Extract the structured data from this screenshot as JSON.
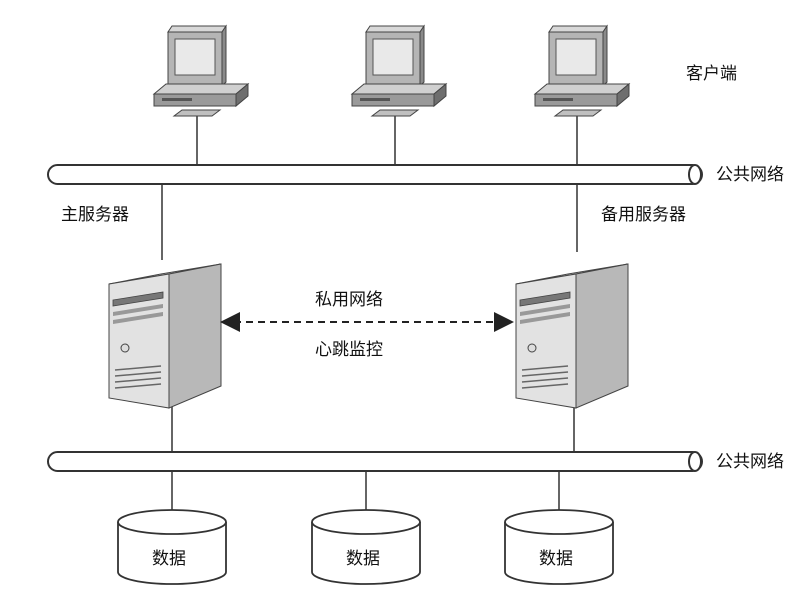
{
  "labels": {
    "clients": "客户端",
    "public_network_top": "公共网络",
    "public_network_bottom": "公共网络",
    "primary_server": "主服务器",
    "backup_server": "备用服务器",
    "private_network": "私用网络",
    "heartbeat": "心跳监控"
  },
  "storage": [
    {
      "label": "数据"
    },
    {
      "label": "数据"
    },
    {
      "label": "数据"
    }
  ],
  "colors": {
    "line": "#333333",
    "pipe_fill": "#ffffff",
    "monitor_face": "#b5b5b5",
    "monitor_top": "#d8d8d8",
    "monitor_side": "#8a8a8a",
    "screen": "#e9e9e9",
    "server_front": "#e2e2e2",
    "server_side": "#b8b8b8",
    "server_top": "#f2f2f2"
  }
}
